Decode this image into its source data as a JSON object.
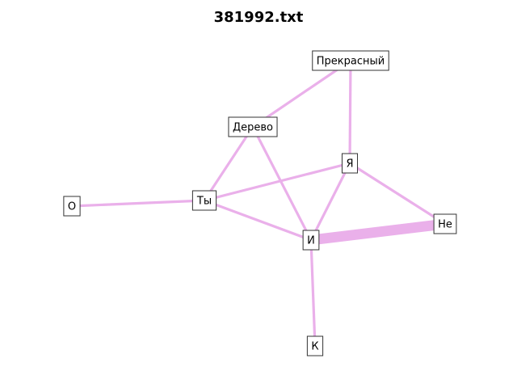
{
  "title": "381992.txt",
  "edge_color": "#eab0ea",
  "node_border_color": "#333333",
  "nodes": [
    {
      "id": "prekrasny",
      "label": "Прекрасный"
    },
    {
      "id": "derevo",
      "label": "Дерево"
    },
    {
      "id": "ya",
      "label": "Я"
    },
    {
      "id": "o",
      "label": "О"
    },
    {
      "id": "ty",
      "label": "Ты"
    },
    {
      "id": "i",
      "label": "И"
    },
    {
      "id": "ne",
      "label": "Не"
    },
    {
      "id": "k",
      "label": "К"
    }
  ],
  "edges": [
    {
      "source": "prekrasny",
      "target": "derevo",
      "weight": 1
    },
    {
      "source": "prekrasny",
      "target": "ya",
      "weight": 1
    },
    {
      "source": "derevo",
      "target": "ty",
      "weight": 1
    },
    {
      "source": "derevo",
      "target": "i",
      "weight": 1
    },
    {
      "source": "ya",
      "target": "ty",
      "weight": 1
    },
    {
      "source": "ya",
      "target": "i",
      "weight": 1
    },
    {
      "source": "ya",
      "target": "ne",
      "weight": 1
    },
    {
      "source": "o",
      "target": "ty",
      "weight": 1
    },
    {
      "source": "ty",
      "target": "i",
      "weight": 1
    },
    {
      "source": "i",
      "target": "ne",
      "weight": 4
    },
    {
      "source": "i",
      "target": "k",
      "weight": 1
    }
  ]
}
